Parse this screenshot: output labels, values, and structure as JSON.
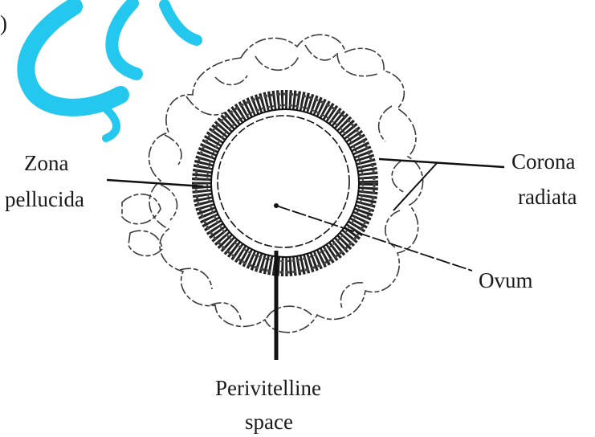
{
  "corner_mark": ")",
  "labels": {
    "zona_line1": "Zona",
    "zona_line2": "pellucida",
    "corona_line1": "Corona",
    "corona_line2": "radiata",
    "ovum": "Ovum",
    "perivitelline_line1": "Perivitelline",
    "perivitelline_line2": "space"
  },
  "colors": {
    "watermark": "#19c6ef",
    "ink": "#111111"
  }
}
